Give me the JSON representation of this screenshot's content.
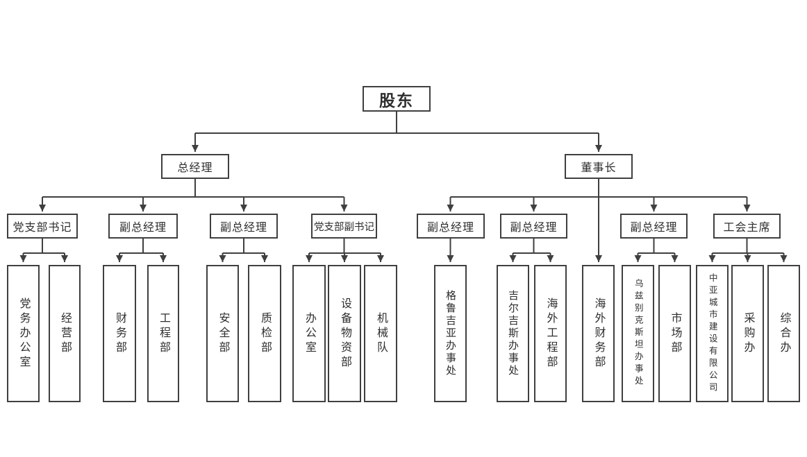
{
  "colors": {
    "line": "#3f3f3f",
    "box_border": "#3f3f3f",
    "text": "#2e2e2e",
    "background": "#ffffff"
  },
  "org": {
    "root": {
      "label": "股东"
    },
    "branches": [
      {
        "label": "总经理",
        "children": [
          {
            "label": "党支部书记",
            "children": [
              {
                "label": "党务办公室"
              },
              {
                "label": "经营部"
              }
            ]
          },
          {
            "label": "副总经理",
            "children": [
              {
                "label": "财务部"
              },
              {
                "label": "工程部"
              }
            ]
          },
          {
            "label": "副总经理",
            "children": [
              {
                "label": "安全部"
              },
              {
                "label": "质检部"
              }
            ]
          },
          {
            "label": "党支部副书记",
            "children": [
              {
                "label": "办公室"
              },
              {
                "label": "设备物资部"
              },
              {
                "label": "机械队"
              }
            ]
          }
        ]
      },
      {
        "label": "董事长",
        "children": [
          {
            "label": "副总经理",
            "children": [
              {
                "label": "格鲁吉亚办事处"
              }
            ]
          },
          {
            "label": "副总经理",
            "children": [
              {
                "label": "吉尔吉斯办事处"
              },
              {
                "label": "海外工程部"
              }
            ]
          },
          {
            "label": "海外财务部"
          },
          {
            "label": "副总经理",
            "children": [
              {
                "label": "乌兹别克斯坦办事处"
              },
              {
                "label": "市场部"
              }
            ]
          },
          {
            "label": "工会主席",
            "children": [
              {
                "label": "中亚城市建设有限公司"
              },
              {
                "label": "采购办"
              },
              {
                "label": "综合办"
              }
            ]
          }
        ]
      }
    ]
  }
}
